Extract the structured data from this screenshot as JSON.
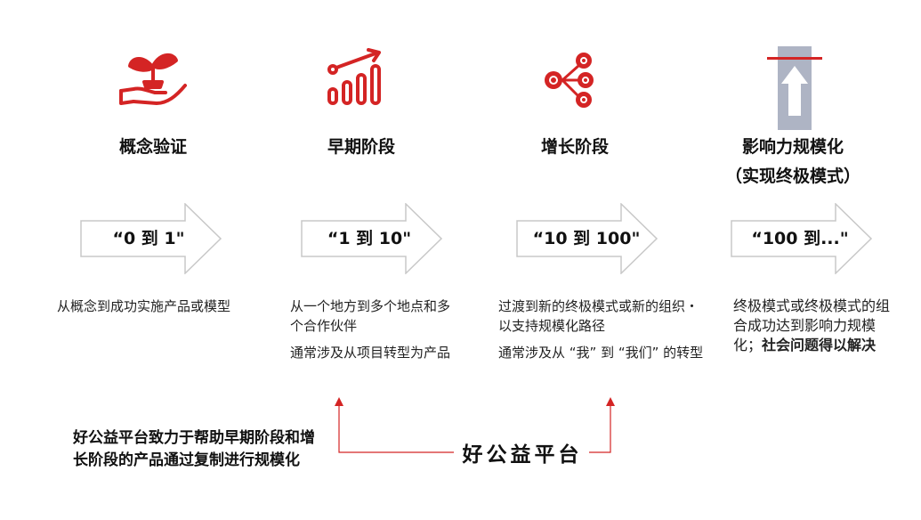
{
  "stages": [
    {
      "icon": "plant-in-hand-icon",
      "title": "概念验证",
      "title_sub": "",
      "arrow_label": "“0 到 1\"",
      "desc": [
        "从概念到成功实施产品或模型"
      ]
    },
    {
      "icon": "growth-bar-chart-icon",
      "title": "早期阶段",
      "title_sub": "",
      "arrow_label": "“1 到 10\"",
      "desc": [
        "从一个地方到多个地点和多个合作伙伴",
        "通常涉及从项目转型为产品"
      ]
    },
    {
      "icon": "branching-network-icon",
      "title": "增长阶段",
      "title_sub": "",
      "arrow_label": "“10 到 100\"",
      "desc": [
        "过渡到新的终极模式或新的组织・以支持规模化路径",
        "通常涉及从 “我” 到 “我们” 的转型"
      ]
    },
    {
      "icon": "upward-arrow-limit-icon",
      "title": "影响力规模化",
      "title_sub": "（实现终极模式）",
      "arrow_label": "“100 到...\"",
      "desc_plain": "终极模式或终极模式的组合成功达到影响力规模化；",
      "desc_bold": "社会问题得以解决"
    }
  ],
  "bottom_note": "好公益平台致力于帮助早期阶段和增长阶段的产品通过复制进行规模化",
  "platform_label": "好公益平台",
  "colors": {
    "accent": "#d42424",
    "arrow_stroke": "#c8c8c8",
    "icon_gray": "#aeb4c4"
  }
}
